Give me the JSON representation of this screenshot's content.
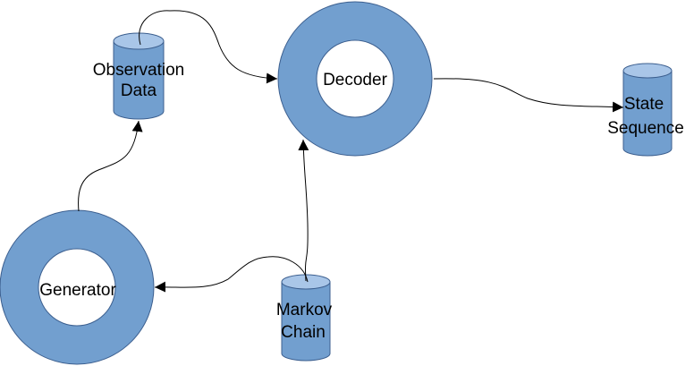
{
  "colors": {
    "node_fill": "#729fcf",
    "cylinder_top": "#a9c6e8",
    "node_stroke": "#3c5f8f",
    "edge": "#000000",
    "text": "#000000",
    "background": "#ffffff"
  },
  "nodes": {
    "observation_data": {
      "shape": "cylinder",
      "label_lines": [
        "Observation",
        "Data"
      ]
    },
    "decoder": {
      "shape": "ring",
      "label": "Decoder"
    },
    "state_sequence": {
      "shape": "cylinder",
      "label_lines": [
        "State",
        "Sequence"
      ]
    },
    "generator": {
      "shape": "ring",
      "label": "Generator"
    },
    "markov_chain": {
      "shape": "cylinder",
      "label_lines": [
        "Markov",
        "Chain"
      ]
    }
  },
  "edges": [
    {
      "from": "observation_data",
      "to": "decoder"
    },
    {
      "from": "decoder",
      "to": "state_sequence"
    },
    {
      "from": "markov_chain",
      "to": "decoder"
    },
    {
      "from": "markov_chain",
      "to": "generator"
    },
    {
      "from": "generator",
      "to": "observation_data"
    }
  ]
}
